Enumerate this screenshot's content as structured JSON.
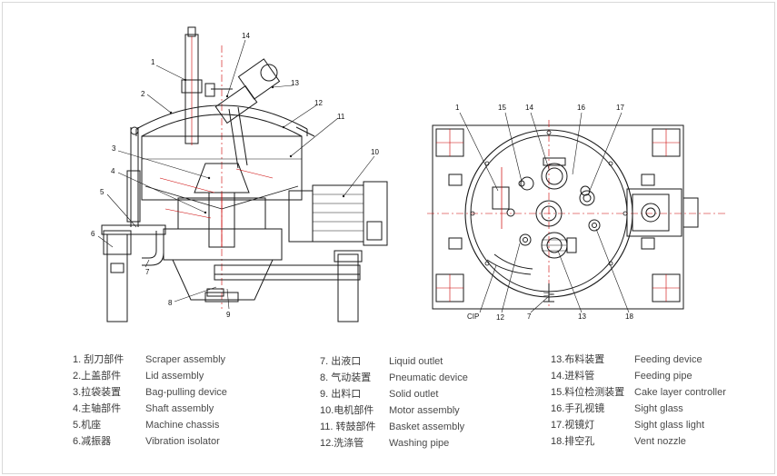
{
  "side_view": {
    "callouts": [
      "1",
      "2",
      "3",
      "4",
      "5",
      "6",
      "7",
      "8",
      "9",
      "10",
      "11",
      "12",
      "13",
      "14"
    ]
  },
  "top_view": {
    "callouts": [
      "1",
      "15",
      "14",
      "16",
      "17",
      "CIP",
      "12",
      "7",
      "13",
      "18"
    ]
  },
  "legend": [
    {
      "num_cn": "1. 刮刀部件",
      "en": "Scraper assembly"
    },
    {
      "num_cn": "2.上盖部件",
      "en": "Lid assembly"
    },
    {
      "num_cn": "3.拉袋装置",
      "en": "Bag-pulling device"
    },
    {
      "num_cn": "4.主轴部件",
      "en": "Shaft assembly"
    },
    {
      "num_cn": "5.机座",
      "en": "Machine chassis"
    },
    {
      "num_cn": "6.减振器",
      "en": "Vibration isolator"
    },
    {
      "num_cn": "7. 出液口",
      "en": "Liquid outlet"
    },
    {
      "num_cn": "8. 气动装置",
      "en": "Pneumatic device"
    },
    {
      "num_cn": "9. 出料口",
      "en": "Solid outlet"
    },
    {
      "num_cn": "10.电机部件",
      "en": "Motor assembly"
    },
    {
      "num_cn": "11. 转鼓部件",
      "en": "Basket assembly"
    },
    {
      "num_cn": "12.洗涤管",
      "en": "Washing pipe"
    },
    {
      "num_cn": "13.布料装置",
      "en": "Feeding device"
    },
    {
      "num_cn": "14.进料管",
      "en": "Feeding pipe"
    },
    {
      "num_cn": "15.料位检测装置",
      "en": "Cake layer controller"
    },
    {
      "num_cn": "16.手孔视镜",
      "en": "Sight glass"
    },
    {
      "num_cn": "17.视镜灯",
      "en": "Sight glass light"
    },
    {
      "num_cn": "18.排空孔",
      "en": "Vent nozzle"
    }
  ]
}
